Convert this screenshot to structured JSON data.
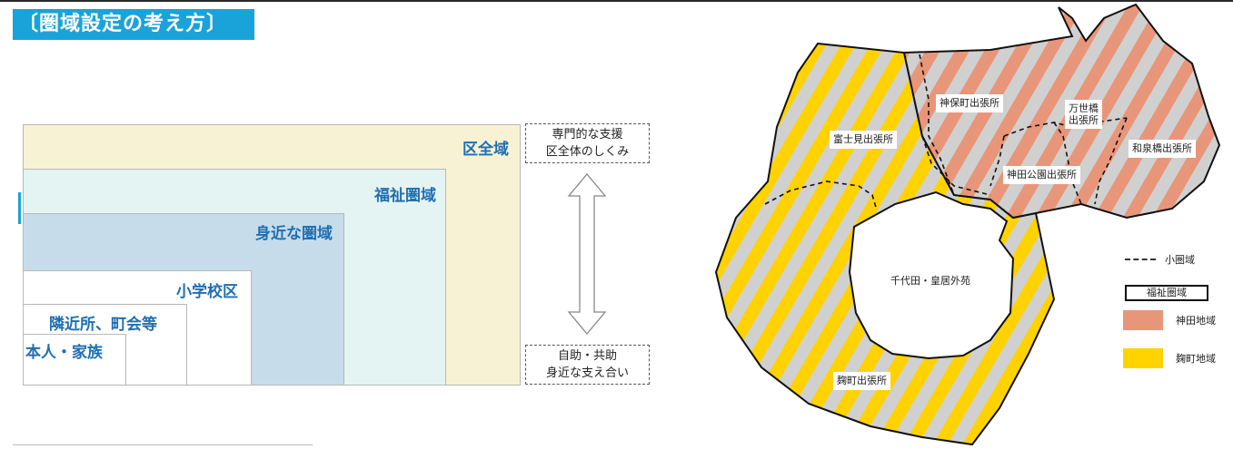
{
  "title": "〔圏域設定の考え方〕",
  "nested": {
    "ku": "区全域",
    "fukushi": "福祉圏域",
    "mijika": "身近な圏域",
    "shougakkou": "小学校区",
    "rinkin": "隣近所、町会等",
    "honnin": "本人・家族"
  },
  "side": {
    "top_line1": "専門的な支援",
    "top_line2": "区全体のしくみ",
    "bottom_line1": "自助・共助",
    "bottom_line2": "身近な支え合い"
  },
  "map": {
    "offices": {
      "fujimi": "富士見出張所",
      "jimbocho": "神保町出張所",
      "manseibashi_1": "万世橋",
      "manseibashi_2": "出張所",
      "izumibashi": "和泉橋出張所",
      "kanda_koen": "神田公園出張所",
      "kojimachi": "麹町出張所"
    },
    "center": "千代田・皇居外苑"
  },
  "legend": {
    "small_area": "小圏域",
    "welfare_area": "福祉圏域",
    "kanda": "神田地域",
    "kojimachi": "麹町地域"
  },
  "colors": {
    "title_bg": "#1aa3d9",
    "ku_bg": "#f8f2d4",
    "fukushi_bg": "#e4f4f2",
    "mijika_bg": "#c7dceb",
    "label_blue": "#1f6fb2",
    "kanda": "#e8967a",
    "kojimachi": "#ffd200",
    "stripe_gray": "#d0d0d0"
  }
}
